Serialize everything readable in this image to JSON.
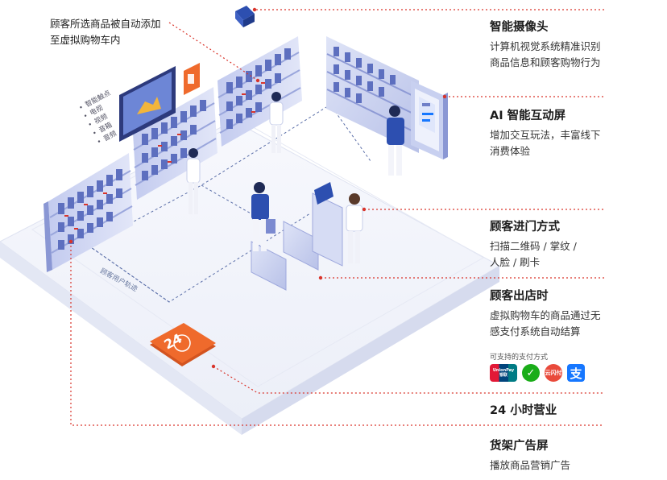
{
  "annotations": {
    "top_note": [
      "顾客所选商品被自动添加",
      "至虚拟购物车内"
    ],
    "screen_features": [
      "智能触点",
      "电视",
      "视频",
      "音箱",
      "音频"
    ],
    "track_label": "顾客用户轨迹",
    "badge_24": "24"
  },
  "labels": [
    {
      "title": "智能摄像头",
      "desc": [
        "计算机视觉系统精准识别",
        "商品信息和顾客购物行为"
      ]
    },
    {
      "title": "AI 智能互动屏",
      "desc": [
        "增加交互玩法，丰富线下",
        "消费体验"
      ]
    },
    {
      "title": "顾客进门方式",
      "desc": [
        "扫描二维码 / 掌纹 /",
        "人脸 / 刷卡"
      ]
    },
    {
      "title": "顾客出店时",
      "desc": [
        "虚拟购物车的商品通过无",
        "感支付系统自动结算"
      ]
    },
    {
      "title": "24 小时营业",
      "desc": []
    },
    {
      "title": "货架广告屏",
      "desc": [
        "播放商品营销广告"
      ]
    }
  ],
  "payment": {
    "caption": "可支持的支付方式",
    "methods": [
      {
        "name": "unionpay",
        "text_line1": "UnionPay",
        "text_line2": "银联"
      },
      {
        "name": "wechat",
        "glyph": "✓"
      },
      {
        "name": "yinlian",
        "glyph": "云闪付"
      },
      {
        "name": "alipay",
        "glyph": "支"
      }
    ]
  },
  "colors": {
    "accent_red": "#d9342b",
    "shelf_blue": "#6f7fc8",
    "floor": "#f2f4fb",
    "badge_orange": "#ef6a2c"
  }
}
